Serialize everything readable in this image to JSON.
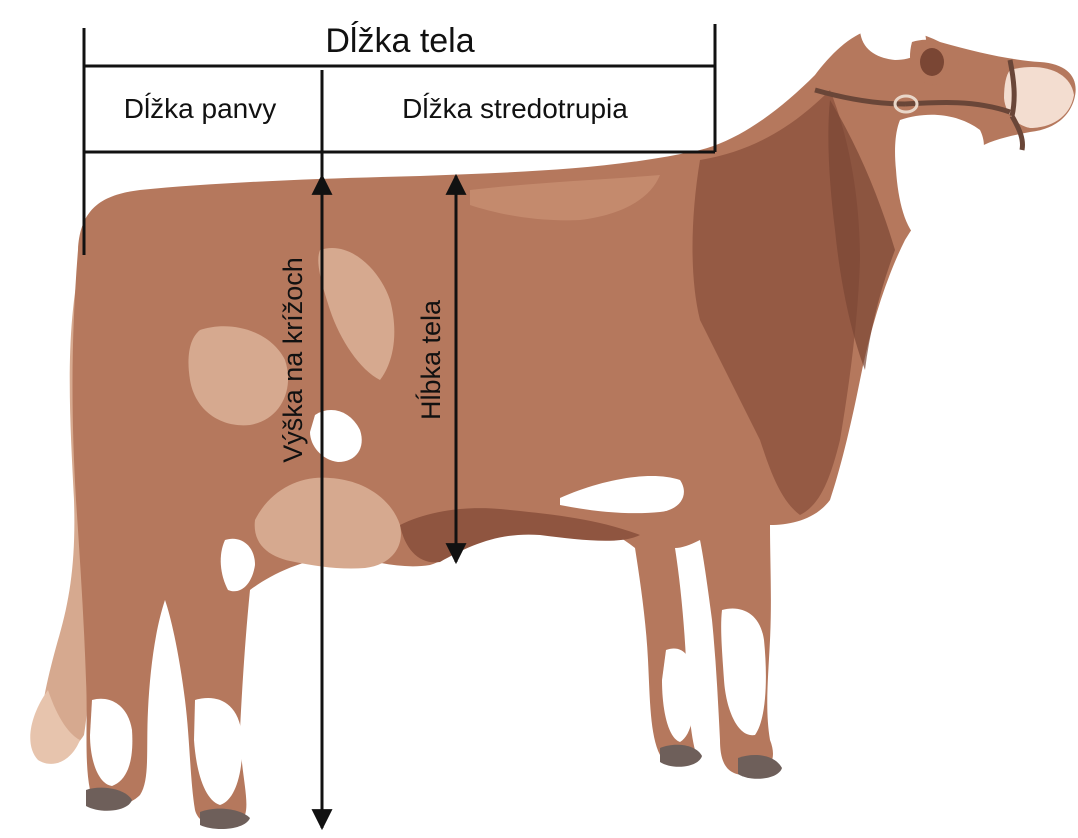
{
  "labels": {
    "body_length": "Dĺžka tela",
    "pelvis_length": "Dĺžka panvy",
    "midbody_length": "Dĺžka stredotrupia",
    "height_at_rump": "Výška na krížoch",
    "body_depth": "Hĺbka tela"
  },
  "colors": {
    "coat_main": "#b5785d",
    "coat_dark": "#8f5540",
    "coat_shadow": "#7a4634",
    "coat_light": "#d6a98f",
    "coat_pale": "#e7c4ad",
    "white_patch": "#ffffff",
    "hoof": "#6e5f5a",
    "line": "#111111"
  },
  "icons": {
    "animal": "cow-silhouette",
    "arrows": "double-headed-arrow"
  }
}
